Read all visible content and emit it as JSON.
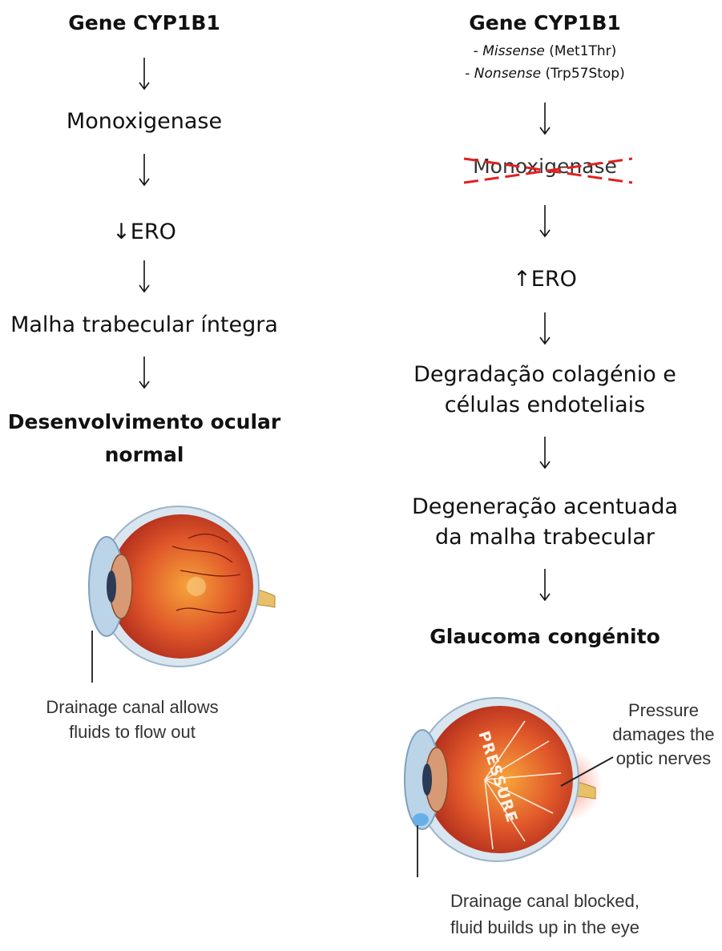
{
  "left": {
    "gene": "Gene CYP1B1",
    "monoxigenase": "Monoxigenase",
    "ero_arrow": "↓",
    "ero": "ERO",
    "malha": "Malha trabecular íntegra",
    "result_line1": "Desenvolvimento ocular",
    "result_line2": "normal",
    "eye_caption_line1": "Drainage canal allows",
    "eye_caption_line2": "fluids to flow out"
  },
  "right": {
    "gene": "Gene CYP1B1",
    "missense_italic": "Missense",
    "missense_rest": " (Met1Thr)",
    "nonsense_italic": "Nonsense",
    "nonsense_rest": " (Trp57Stop)",
    "dash": "- ",
    "monoxigenase": "Monoxigenase",
    "ero_arrow": "↑",
    "ero": "ERO",
    "degradacao_line1": "Degradação colagénio e",
    "degradacao_line2": "células endoteliais",
    "degeneracao_line1": "Degeneração acentuada",
    "degeneracao_line2": "da malha trabecular",
    "result": "Glaucoma congénito",
    "pressure_word": "PRESSURE",
    "pressure_caption_line1": "Pressure",
    "pressure_caption_line2": "damages the",
    "pressure_caption_line3": "optic nerves",
    "eye_caption_line1": "Drainage canal blocked,",
    "eye_caption_line2": "fluid builds up in the eye"
  },
  "colors": {
    "cross_out": "#e02020",
    "eye_red": "#c8321e"
  }
}
